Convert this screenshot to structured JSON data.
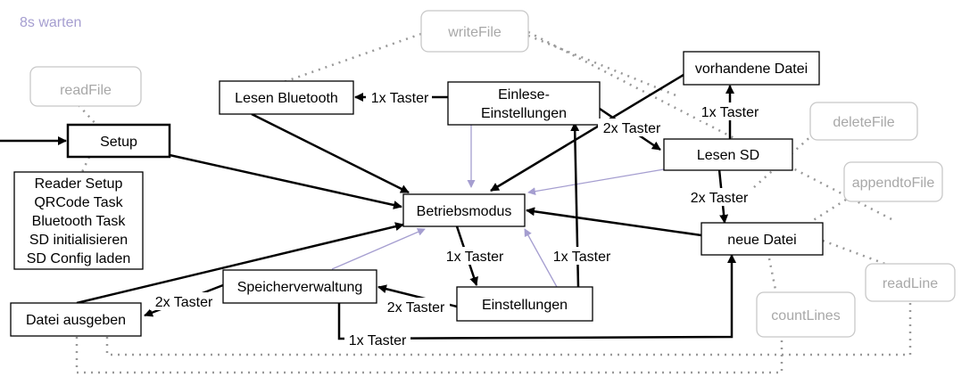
{
  "note": "8s warten",
  "functions": {
    "read_file": "readFile",
    "write_file": "writeFile",
    "delete_file": "deleteFile",
    "append_to_file": "appendtoFile",
    "read_line": "readLine",
    "count_lines": "countLines"
  },
  "nodes": {
    "setup": "Setup",
    "setup_details": [
      "Reader Setup",
      "QRCode Task",
      "Bluetooth Task",
      "SD initialisieren",
      "SD Config laden"
    ],
    "lesen_bluetooth": "Lesen Bluetooth",
    "einlese_einstellungen": [
      "Einlese-",
      "Einstellungen"
    ],
    "vorhandene_datei": "vorhandene Datei",
    "lesen_sd": "Lesen SD",
    "betriebsmodus": "Betriebsmodus",
    "neue_datei": "neue Datei",
    "speicherverwaltung": "Speicherverwaltung",
    "einstellungen": "Einstellungen",
    "datei_ausgeben": "Datei ausgeben"
  },
  "edge_labels": {
    "taster_1x": "1x Taster",
    "taster_2x": "2x Taster"
  },
  "colors": {
    "black": "#000000",
    "function_gray": "#c8c8c8",
    "function_text": "#a8a8a8",
    "dotted_gray": "#999999",
    "lavender": "#a59ed0"
  }
}
